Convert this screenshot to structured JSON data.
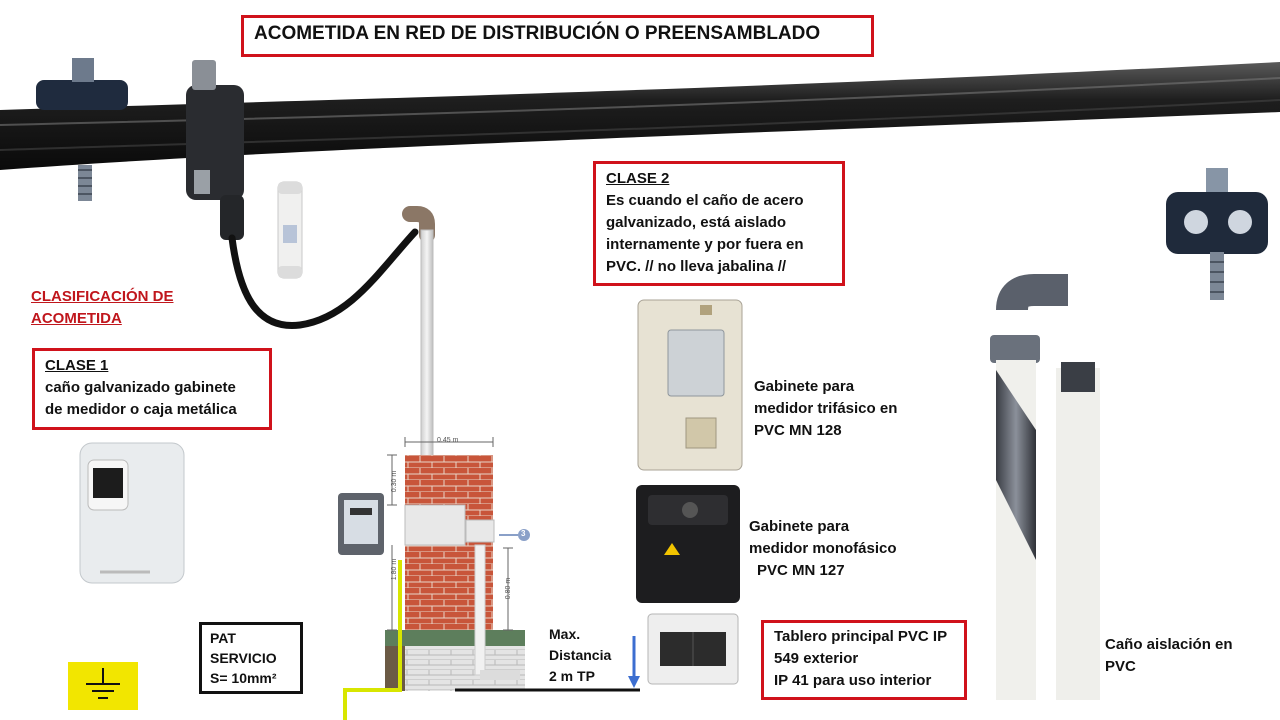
{
  "title": "ACOMETIDA EN RED DE DISTRIBUCIÓN O PREENSAMBLADO",
  "classification": {
    "line1": "CLASIFICACIÓN DE",
    "line2": "ACOMETIDA"
  },
  "clase1": {
    "heading": "CLASE 1",
    "line1": "caño galvanizado gabinete",
    "line2": "de medidor o caja metálica"
  },
  "clase2": {
    "heading": "CLASE 2",
    "line1": "Es cuando el  caño de acero",
    "line2": "galvanizado, está aislado",
    "line3": "internamente y por fuera en",
    "line4": "PVC. // no lleva jabalina //"
  },
  "gabinete_trifasico": {
    "line1": "Gabinete  para",
    "line2": "medidor trifásico en",
    "line3": "PVC  MN 128"
  },
  "gabinete_monofasico": {
    "line1": "Gabinete  para",
    "line2": "medidor monofásico",
    "line3": "PVC MN 127"
  },
  "tablero": {
    "line1": "Tablero principal PVC IP",
    "line2": "549 exterior",
    "line3": "IP 41  para uso interior"
  },
  "pat": {
    "line1": "PAT",
    "line2": "SERVICIO",
    "line3": "S= 10mm²"
  },
  "max_distancia": {
    "line1": "Max.",
    "line2": "Distancia",
    "line3": "2 m TP"
  },
  "cano_aislacion": {
    "line1": "Caño aislación en",
    "line2": "PVC"
  },
  "dimensions": {
    "width": "0.45 m",
    "height_top": "0.30 m",
    "height_total": "1.80 m",
    "height_box": "0.80 m",
    "callout": "3"
  },
  "colors": {
    "accent": "#d0121b",
    "cable": "#1a1a1a",
    "brick": "#c8553a",
    "ground": "#f2e600"
  }
}
